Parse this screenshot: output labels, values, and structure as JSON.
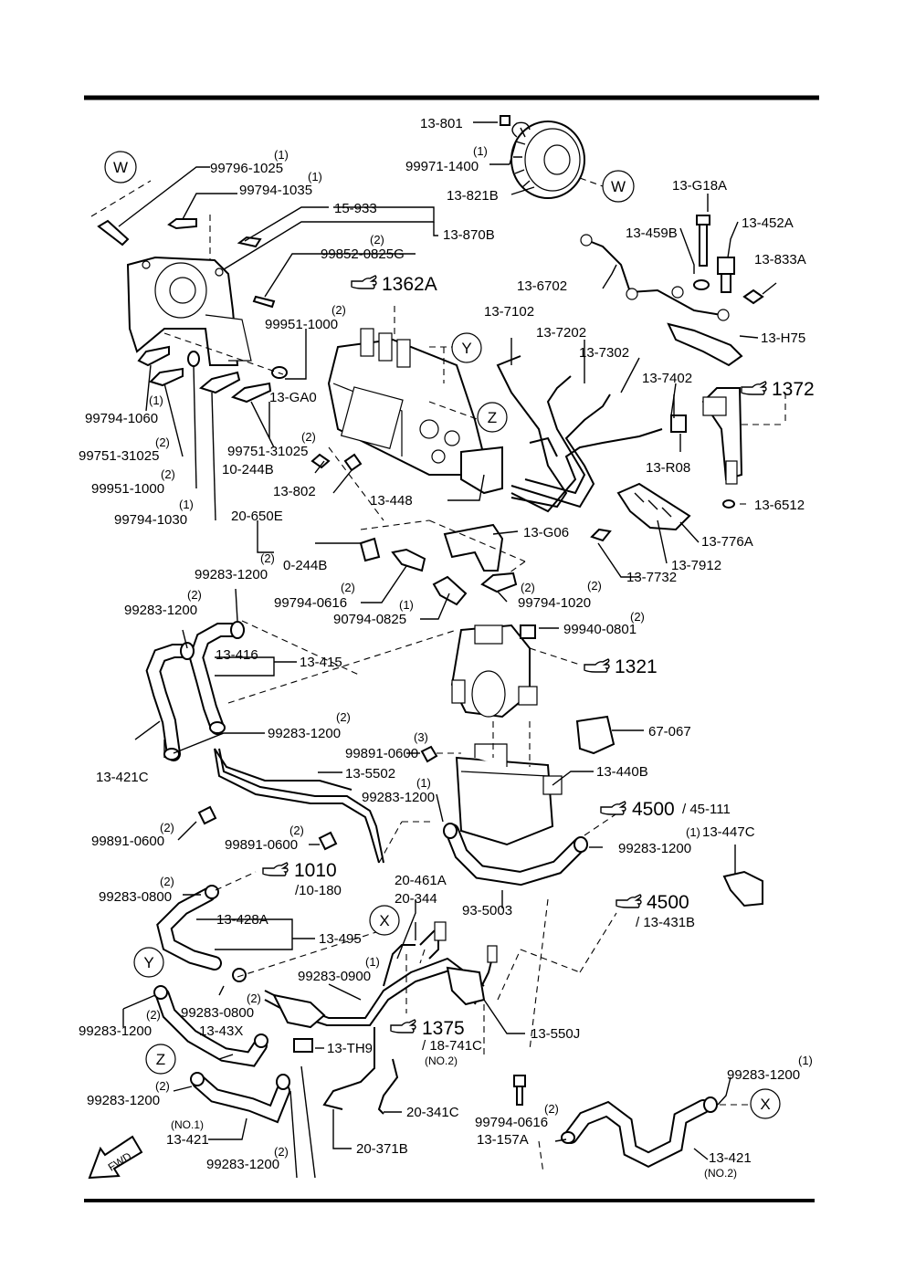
{
  "labels": {
    "p13_801": "13-801",
    "p99971_1400": "99971-1400",
    "p13_821b": "13-821B",
    "p99796_1025": "99796-1025",
    "p99794_1035": "99794-1035",
    "p15_933": "15-933",
    "p13_870b": "13-870B",
    "p99852_0825g": "99852-0825G",
    "p13_g18a": "13-G18A",
    "p13_452a": "13-452A",
    "p13_459b": "13-459B",
    "p13_833a": "13-833A",
    "p13_6702": "13-6702",
    "p13_h75": "13-H75",
    "p99951_1000_a": "99951-1000",
    "p13_7102": "13-7102",
    "p13_7202": "13-7202",
    "p13_7302": "13-7302",
    "p13_7402": "13-7402",
    "p99794_1060": "99794-1060",
    "p99751_31025_a": "99751-31025",
    "p99951_1000_b": "99951-1000",
    "p99794_1030": "99794-1030",
    "p13_ga0": "13-GA0",
    "p99751_31025_b": "99751-31025",
    "p10_244b_a": "10-244B",
    "p13_802": "13-802",
    "p13_448": "13-448",
    "p13_r08": "13-R08",
    "p13_6512": "13-6512",
    "p20_650e": "20-650E",
    "p0_244b": "0-244B",
    "p13_g06": "13-G06",
    "p99283_1200_a": "99283-1200",
    "p99794_0616_a": "99794-0616",
    "p90794_0825": "90794-0825",
    "p99794_1020": "99794-1020",
    "p13_7732": "13-7732",
    "p13_7912": "13-7912",
    "p13_776a": "13-776A",
    "p99283_1200_b": "99283-1200",
    "p99940_0801": "99940-0801",
    "p13_416": "13-416",
    "p13_415": "13-415",
    "p99283_1200_c": "99283-1200",
    "p99891_0600_a": "99891-0600",
    "p13_421c": "13-421C",
    "p67_067": "67-067",
    "p13_5502": "13-5502",
    "p13_440b": "13-440B",
    "p99283_1200_d": "99283-1200",
    "p99891_0600_b": "99891-0600",
    "p99891_0600_c": "99891-0600",
    "p99283_1200_e": "99283-1200",
    "p13_447c": "13-447C",
    "p99283_0800_a": "99283-0800",
    "p20_461a": "20-461A",
    "p20_344": "20-344",
    "p93_5003": "93-5003",
    "p13_428a": "13-428A",
    "p13_495": "13-495",
    "p99283_0900": "99283-0900",
    "p99283_1200_f": "99283-1200",
    "p99283_0800_b": "99283-0800",
    "p13_43x": "13-43X",
    "p13_th9": "13-TH9",
    "p13_550j": "13-550J",
    "p99283_1200_g": "99283-1200",
    "p13_421_no1": "13-421",
    "p99283_1200_h": "99283-1200",
    "p20_341c": "20-341C",
    "p20_371b": "20-371B",
    "p99794_0616_b": "99794-0616",
    "p13_157a": "13-157A",
    "p99283_1200_i": "99283-1200",
    "p13_421_no2": "13-421"
  },
  "quantities": {
    "one": "(1)",
    "two": "(2)",
    "three": "(3)"
  },
  "notes": {
    "no1": "(NO.1)",
    "no2": "(NO.2)",
    "no2_b": "(NO.2)"
  },
  "references": {
    "r1362a": "1362A",
    "r1372": "1372",
    "r1321": "1321",
    "r4500_a": "4500",
    "r4500_a_sub": "/ 45-111",
    "r1010": "1010",
    "r1010_sub": "/10-180",
    "r4500_b": "4500",
    "r4500_b_sub": "/ 13-431B",
    "r1375": "1375",
    "r1375_sub": "/ 18-741C"
  },
  "callouts": {
    "w": "W",
    "y": "Y",
    "z": "Z",
    "x": "X"
  },
  "fwd": "FWD"
}
